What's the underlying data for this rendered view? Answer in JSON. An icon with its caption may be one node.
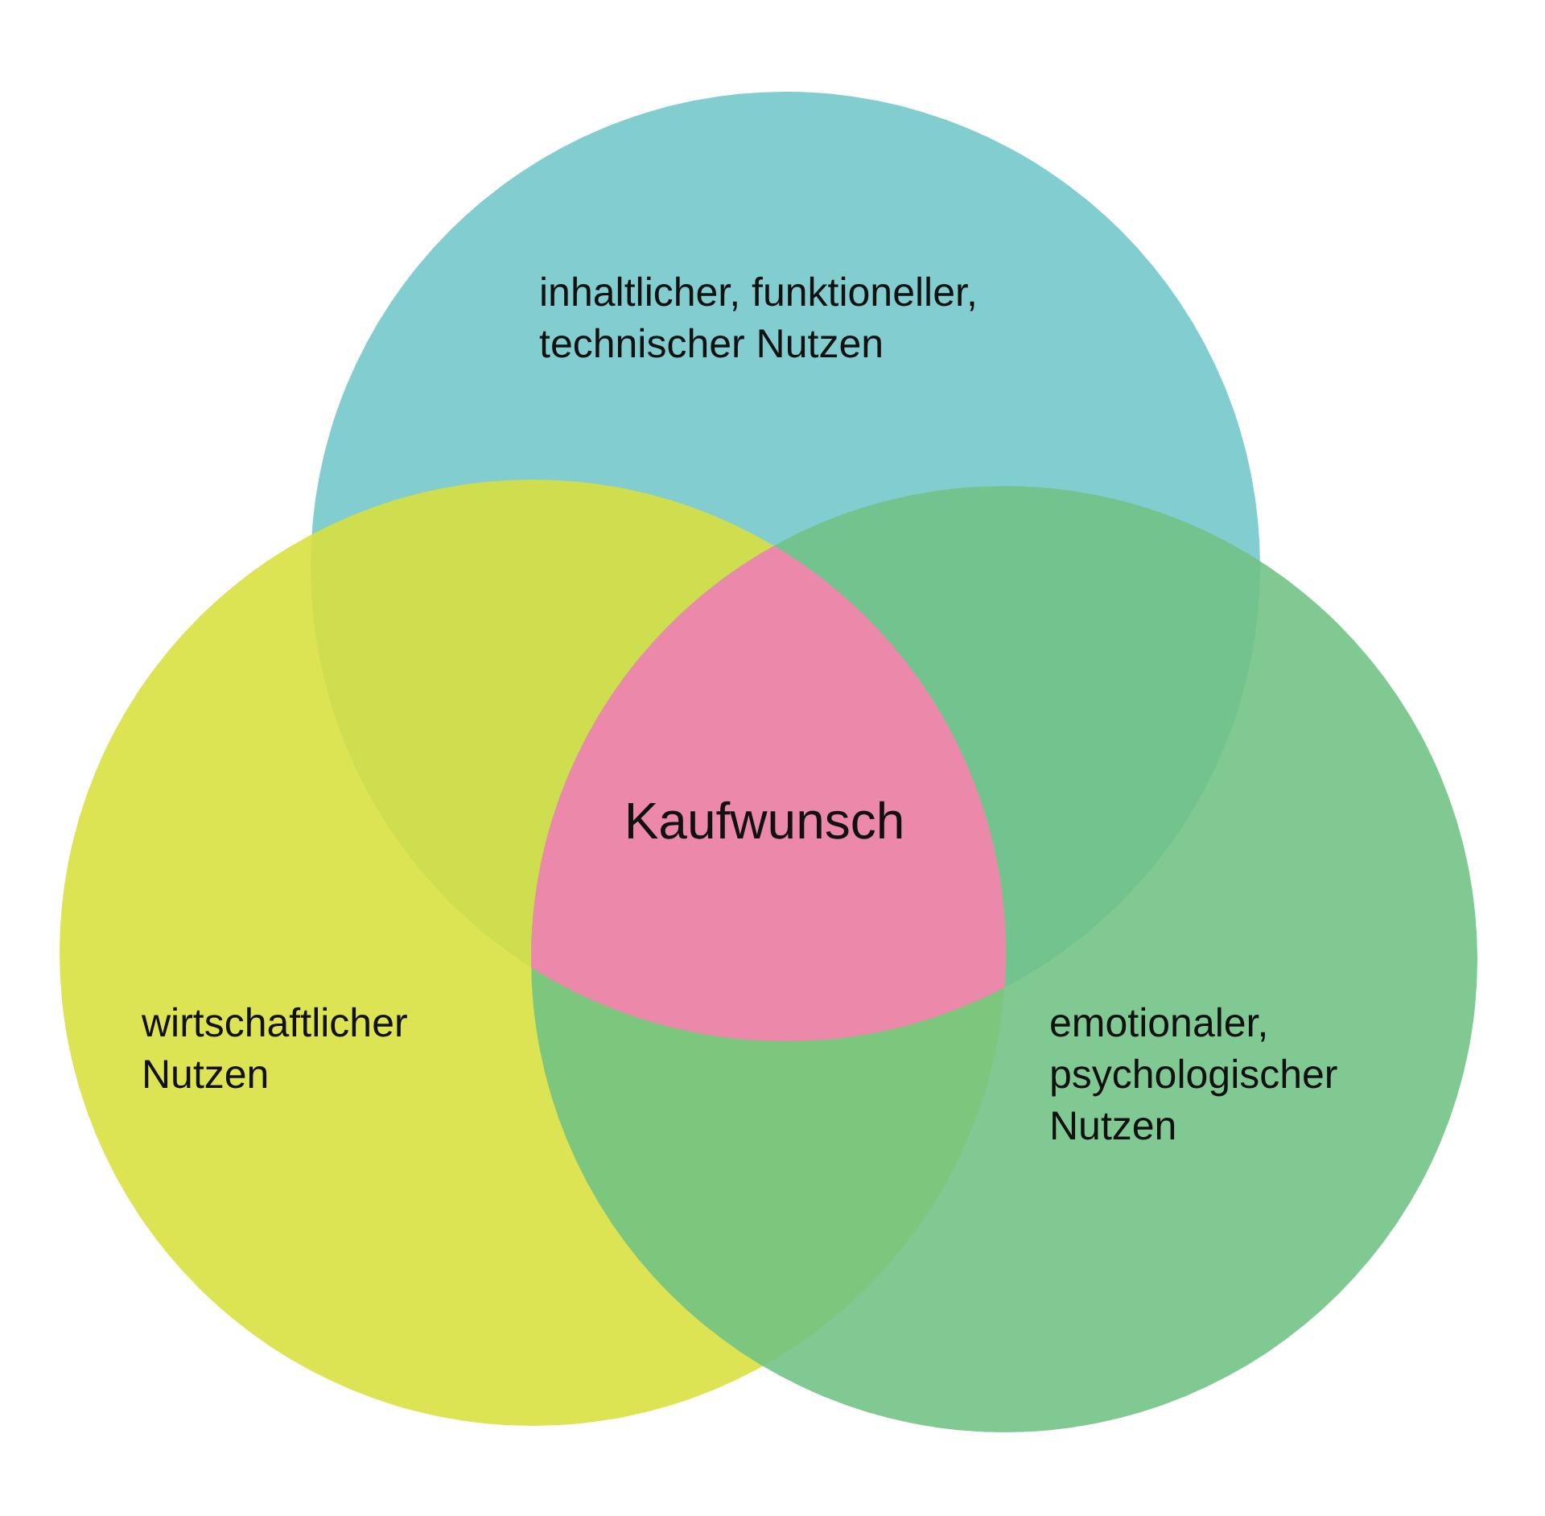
{
  "diagram": {
    "nodes": [
      {
        "text": [
          "inhaltlicher, funktioneller, technischer Nutzen"
        ]
      },
      {
        "text": [
          "Kaufwunsch"
        ]
      },
      {
        "text": [
          "wirtschaftlicher Nutzen"
        ]
      },
      {
        "text": [
          "emotionaler, psychologischer Nutzen"
        ]
      }
    ]
  }
}
